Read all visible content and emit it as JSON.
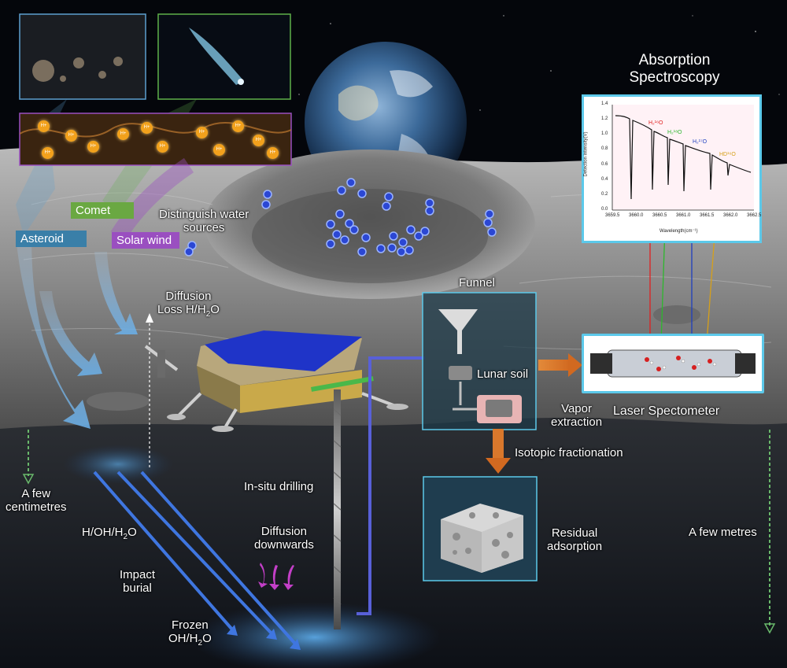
{
  "title_spectroscopy": [
    "Absorption",
    "Spectroscopy"
  ],
  "sources": {
    "comet": "Comet",
    "asteroid": "Asteroid",
    "solar_wind": "Solar wind",
    "distinguish": [
      "Distinguish water",
      "sources"
    ],
    "proton_symbol": "H+"
  },
  "diffusion_loss": [
    "Diffusion",
    "Loss H/H",
    "2",
    "O"
  ],
  "funnel": "Funnel",
  "lunar_soil": "Lunar soil",
  "vapor": [
    "Vapor",
    "extraction"
  ],
  "laser": "Laser Spectometer",
  "isotopic": "Isotopic fractionation",
  "residual": [
    "Residual",
    "adsorption"
  ],
  "few_cm": [
    "A few",
    "centimetres"
  ],
  "few_m": "A few metres",
  "drilling": "In-situ drilling",
  "diffusion_down": [
    "Diffusion",
    "downwards"
  ],
  "h_oh": [
    "H/OH/H",
    "2",
    "O"
  ],
  "impact": [
    "Impact",
    "burial"
  ],
  "frozen": [
    "Frozen",
    "OH/H",
    "2",
    "O"
  ],
  "spectrum": {
    "ylabel": "Detection intensity(V)",
    "xlabel": "Wavelength(cm⁻¹)",
    "x_ticks": [
      "3659.5",
      "3660.0",
      "3660.5",
      "3661.0",
      "3661.5",
      "3662.0",
      "3662.5"
    ],
    "y_ticks": [
      "0.0",
      "0.2",
      "0.4",
      "0.6",
      "0.8",
      "1.0",
      "1.2",
      "1.4"
    ],
    "xlim": [
      3659.5,
      3662.5
    ],
    "ylim": [
      0.0,
      1.4
    ],
    "peaks": [
      {
        "label": "H₂¹⁶O",
        "color": "#e02020"
      },
      {
        "label": "H₂¹⁸O",
        "color": "#2db82d"
      },
      {
        "label": "H₂¹⁷O",
        "color": "#1f3fbf"
      },
      {
        "label": "HD¹⁶O",
        "color": "#d6a01a"
      }
    ]
  },
  "colors": {
    "comet_tag": "#6aa842",
    "asteroid_tag": "#3a7fa8",
    "solar_tag": "#9a4fc0",
    "highlight_box": "#5cc9ea"
  }
}
